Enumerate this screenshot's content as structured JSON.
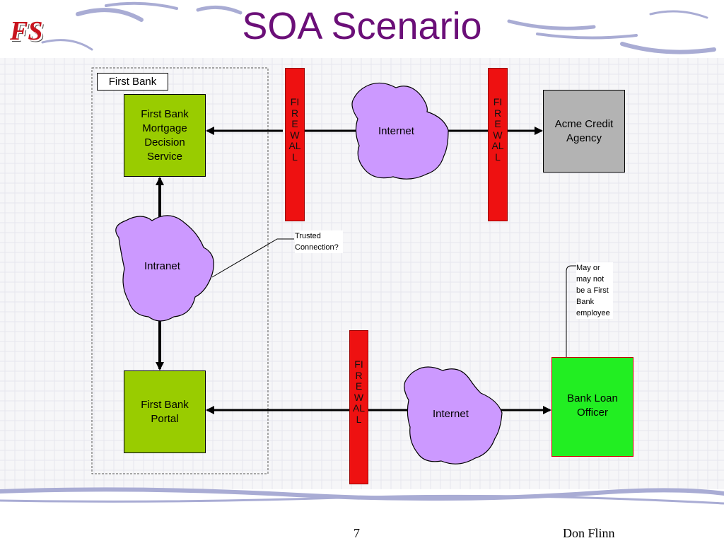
{
  "slide": {
    "title": "SOA Scenario",
    "logo_text": "FS",
    "page_number": "7",
    "author": "Don Flinn"
  },
  "diagram": {
    "group_label": "First Bank",
    "nodes": {
      "mortgage_service": [
        "First Bank",
        "Mortgage",
        "Decision",
        "Service"
      ],
      "portal": [
        "First Bank",
        "Portal"
      ],
      "acme": [
        "Acme Credit",
        "Agency"
      ],
      "loan_officer": [
        "Bank Loan",
        "Officer"
      ]
    },
    "clouds": {
      "intranet": "Intranet",
      "internet_top": "Internet",
      "internet_bottom": "Internet"
    },
    "firewall_text": "FIREWALL",
    "notes": {
      "trusted": [
        "Trusted",
        "Connection?"
      ],
      "employee": [
        "May or",
        "may not",
        "be a First",
        "Bank",
        "employee"
      ]
    }
  },
  "colors": {
    "title": "#6b0f78",
    "service_node": "#99cc00",
    "acme_node": "#b3b3b3",
    "officer_node": "#22ee22",
    "firewall": "#ee1111",
    "cloud": "#cc99ff",
    "logo": "#c8141e"
  }
}
